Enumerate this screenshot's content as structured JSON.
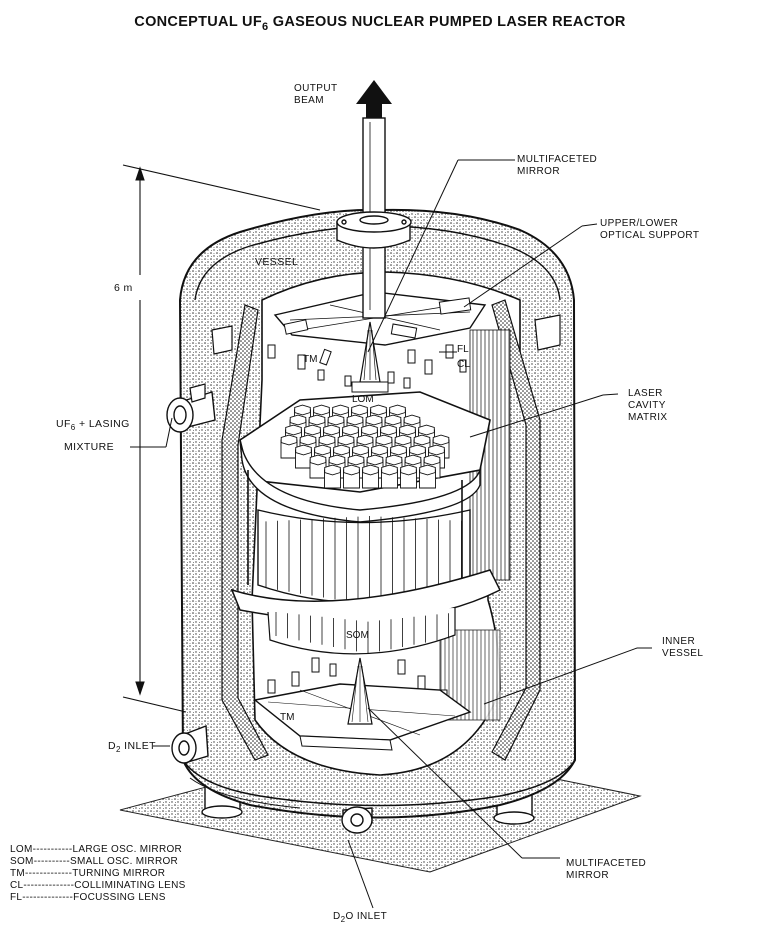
{
  "title": {
    "prefix": "CONCEPTUAL UF",
    "sub": "6",
    "suffix": " GASEOUS NUCLEAR PUMPED LASER REACTOR"
  },
  "labels": {
    "output_beam_1": "OUTPUT",
    "output_beam_2": "BEAM",
    "multifaceted_top_1": "MULTIFACETED",
    "multifaceted_top_2": "MIRROR",
    "upper_lower_1": "UPPER/LOWER",
    "upper_lower_2": "OPTICAL SUPPORT",
    "vessel": "VESSEL",
    "height": "6 m",
    "uf6_prefix": "UF",
    "uf6_sub": "6",
    "uf6_suffix": " + LASING",
    "mixture": "MIXTURE",
    "laser_1": "LASER",
    "laser_2": "CAVITY",
    "laser_3": "MATRIX",
    "inner_1": "INNER",
    "inner_2": "VESSEL",
    "d2_prefix": "D",
    "d2_sub": "2",
    "d2_suffix": " INLET",
    "multifaceted_bot_1": "MULTIFACETED",
    "multifaceted_bot_2": "MIRROR",
    "d2o_prefix": "D",
    "d2o_sub": "2",
    "d2o_suffix": "O INLET",
    "tm_top": "TM",
    "lom": "LOM",
    "fl": "FL",
    "cl": "CL",
    "som": "SOM",
    "tm_bot": "TM"
  },
  "legend": [
    {
      "abbr": "LOM",
      "dashes": "-----------",
      "text": "LARGE OSC. MIRROR"
    },
    {
      "abbr": "SOM",
      "dashes": "----------",
      "text": "SMALL OSC. MIRROR"
    },
    {
      "abbr": "TM",
      "dashes": "-------------",
      "text": "TURNING MIRROR"
    },
    {
      "abbr": "CL",
      "dashes": "--------------",
      "text": "COLLIMINATING LENS"
    },
    {
      "abbr": "FL",
      "dashes": "--------------",
      "text": "FOCUSSING LENS"
    }
  ]
}
